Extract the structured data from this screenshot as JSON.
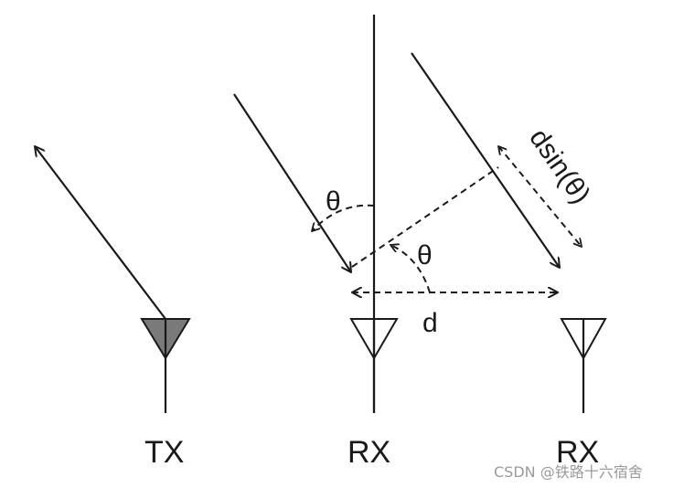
{
  "labels": {
    "tx": "TX",
    "rx_left": "RX",
    "rx_right": "RX",
    "theta_top": "θ",
    "theta_bottom": "θ",
    "distance": "d",
    "path_difference": "dsin(θ)"
  },
  "watermark": "CSDN @铁路十六宿舍",
  "colors": {
    "stroke": "#1a1a1a",
    "tx_fill": "#7a7a7a",
    "rx_fill": "#ffffff",
    "watermark": "#9a9a9a"
  }
}
